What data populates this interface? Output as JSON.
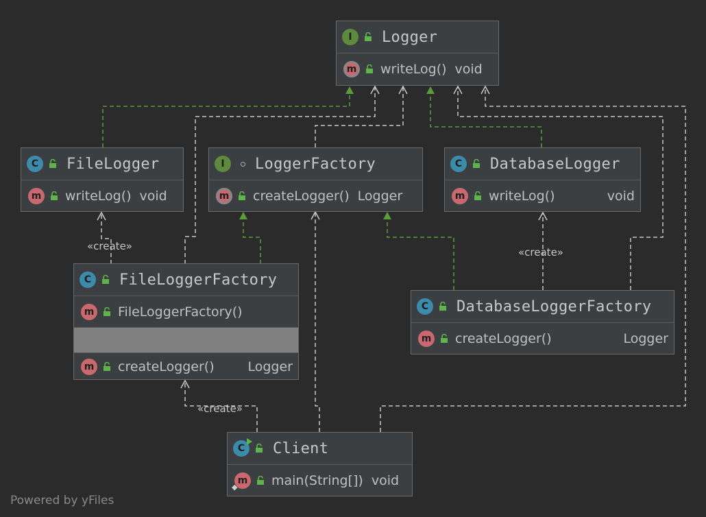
{
  "nodes": {
    "logger": {
      "badge": "I",
      "title": "Logger",
      "method": "writeLog()",
      "type": "void"
    },
    "file_logger": {
      "badge": "C",
      "title": "FileLogger",
      "method": "writeLog()",
      "type": "void"
    },
    "logger_factory": {
      "badge": "I",
      "title": "LoggerFactory",
      "method": "createLogger()",
      "type": "Logger"
    },
    "database_logger": {
      "badge": "C",
      "title": "DatabaseLogger",
      "method": "writeLog()",
      "type": "void"
    },
    "file_logger_factory": {
      "badge": "C",
      "title": "FileLoggerFactory",
      "ctor": "FileLoggerFactory()",
      "method": "createLogger()",
      "type": "Logger"
    },
    "database_logger_factory": {
      "badge": "C",
      "title": "DatabaseLoggerFactory",
      "method": "createLogger()",
      "type": "Logger"
    },
    "client": {
      "badge": "C",
      "title": "Client",
      "method": "main(String[])",
      "type": "void"
    }
  },
  "method_badge": "m",
  "edge_labels": {
    "create1": "«create»",
    "create2": "«create»",
    "create3": "«create»"
  },
  "footer": "Powered by yFiles",
  "colors": {
    "background": "#2b2b2b",
    "node": "#3c3f41",
    "realization": "#5d9c3e",
    "dependency": "#c8c8c8"
  }
}
